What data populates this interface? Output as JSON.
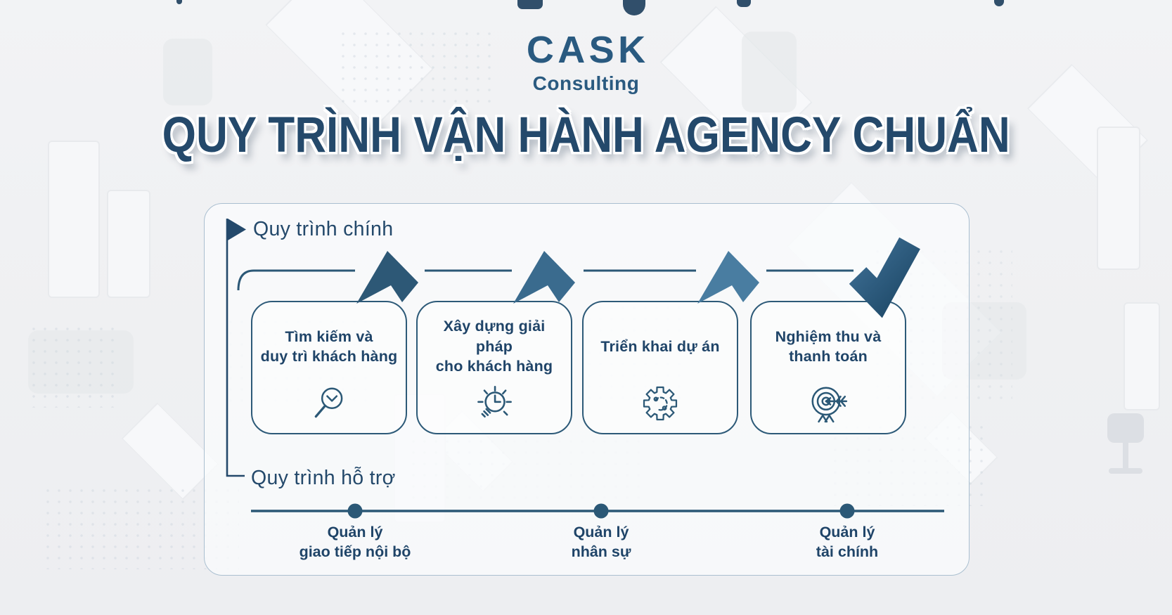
{
  "logo": {
    "brand": "CASK",
    "subtitle": "Consulting"
  },
  "title": "QUY TRÌNH VẬN HÀNH AGENCY CHUẨN",
  "panel": {
    "main_process": {
      "label": "Quy trình chính",
      "steps": [
        {
          "line1": "Tìm kiếm và",
          "line2": "duy trì khách hàng",
          "icon": "search-check-icon"
        },
        {
          "line1": "Xây dựng giải pháp",
          "line2": "cho khách hàng",
          "icon": "lightbulb-idea-icon"
        },
        {
          "line1": "Triển khai dự án",
          "line2": "",
          "icon": "gear-process-icon"
        },
        {
          "line1": "Nghiệm thu và",
          "line2": "thanh toán",
          "icon": "target-arrow-icon"
        }
      ],
      "end_marker": "checkmark"
    },
    "support_process": {
      "label": "Quy trình hỗ trợ",
      "items": [
        {
          "line1": "Quản lý",
          "line2": "giao tiếp nội bộ"
        },
        {
          "line1": "Quản lý",
          "line2": "nhân sự"
        },
        {
          "line1": "Quản lý",
          "line2": "tài chính"
        }
      ]
    }
  },
  "colors": {
    "accent": "#24496b",
    "line": "#2b5876",
    "text": "#1f4468",
    "box_border": "#2d5a78",
    "arrow1": "#2d5876",
    "arrow2": "#3a6b8e",
    "arrow3": "#497da1",
    "check_from": "#3f7096",
    "check_to": "#1e4968",
    "panel_border": "#aabfd0"
  }
}
